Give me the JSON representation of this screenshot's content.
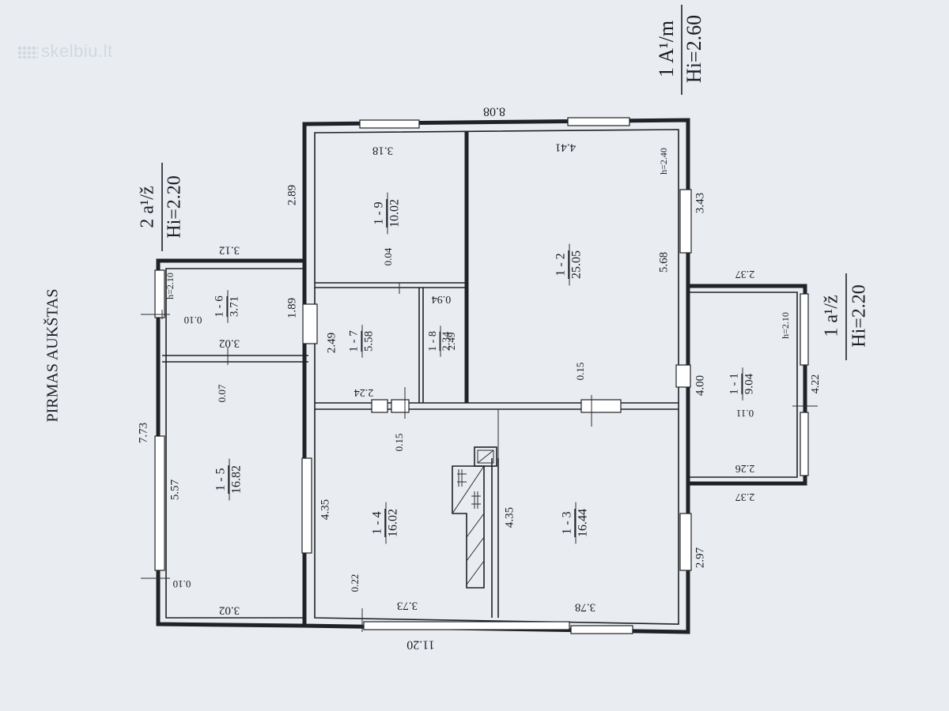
{
  "watermark": "skelbiu.lt",
  "floor_title": "PIRMAS AUKŠTAS",
  "legend_main": {
    "code": "1 A¹/m",
    "height": "Hi=2.60"
  },
  "legend_left": {
    "code": "2 a¹/ž",
    "height": "Hi=2.20"
  },
  "legend_right": {
    "code": "1 a¹/ž",
    "height": "Hi=2.20"
  },
  "rooms": [
    {
      "id": "1 - 9",
      "area": "10.02"
    },
    {
      "id": "1 - 2",
      "area": "25.05"
    },
    {
      "id": "1 - 6",
      "area": "3.71"
    },
    {
      "id": "1 - 7",
      "area": "5.58"
    },
    {
      "id": "1 - 8",
      "area": "2.34"
    },
    {
      "id": "1 - 5",
      "area": "16.82"
    },
    {
      "id": "1 - 4",
      "area": "16.02"
    },
    {
      "id": "1 - 3",
      "area": "16.44"
    },
    {
      "id": "1 - 1",
      "area": "9.04"
    }
  ],
  "dimensions": {
    "top_total": "8.08",
    "bottom_total": "11.20",
    "room19_width": "3.18",
    "room12_width": "4.41",
    "room16_top": "3.12",
    "room15_top": "3.02",
    "room15_bottom": "3.02",
    "room14_bottom": "3.73",
    "room13_bottom": "3.78",
    "left_upper": "2.89",
    "left_mid": "1.89",
    "left_total": "7.73",
    "room15_height": "5.57",
    "room17_height": "2.49",
    "room14_height": "4.35",
    "room13_height": "4.35",
    "room12_height": "5.68",
    "right_upper": "3.43",
    "right_mid": "4.00",
    "right_lower": "2.97",
    "porch_top": "2.37",
    "porch_inner": "2.26",
    "porch_bottom": "2.37",
    "porch_depth": "4.22",
    "room17_width": "2.24",
    "room18_width": "0.94",
    "room18_height": "2.49",
    "wall_a": "0.04",
    "wall_b": "0.15",
    "wall_c": "0.15",
    "wall_d": "0.07",
    "wall_e": "0.10",
    "wall_f": "0.10",
    "wall_g": "0.22",
    "wall_h": "0.11"
  },
  "heights": {
    "main": "h=2.40",
    "small": "h=2.10",
    "porch": "h=2.10"
  }
}
